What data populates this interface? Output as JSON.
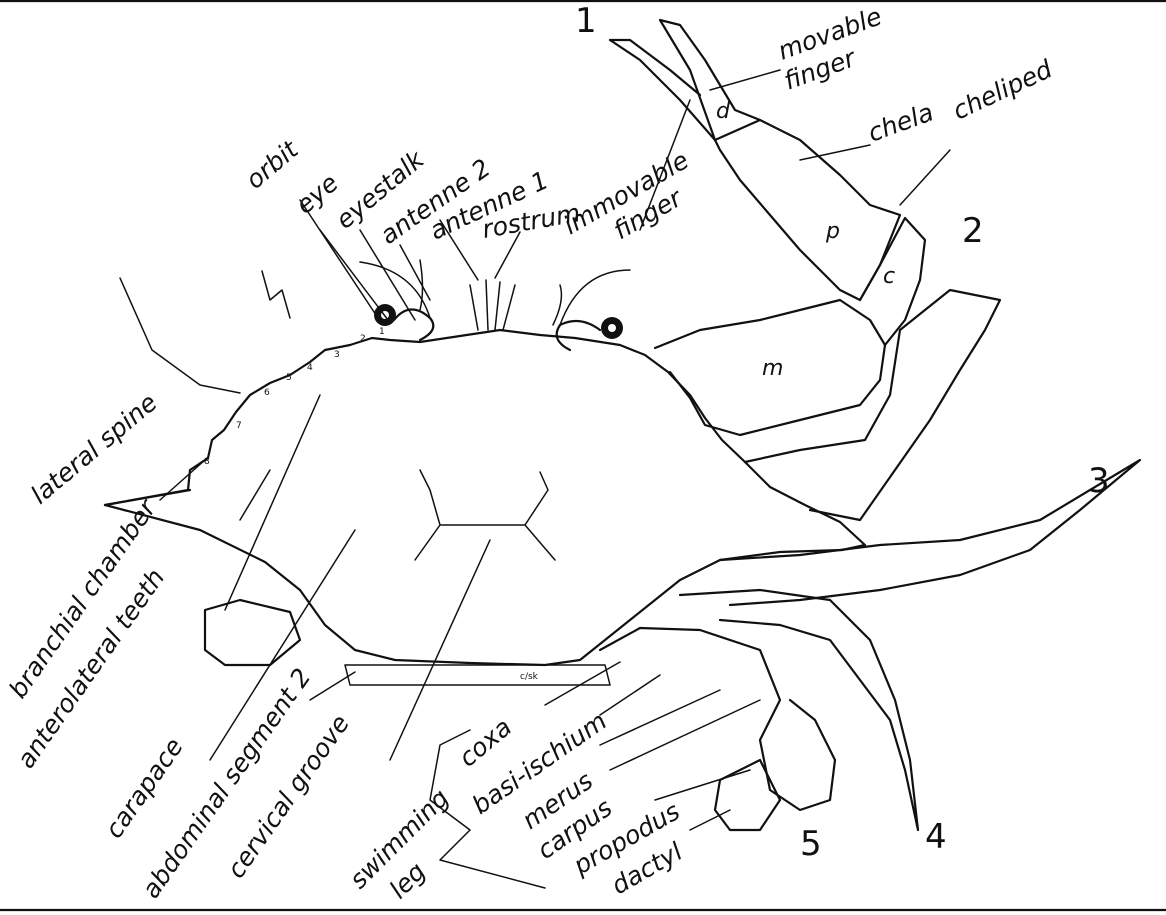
{
  "labels": {
    "movable_finger_1": "movable",
    "movable_finger_2": "finger",
    "chela": "chela",
    "cheliped": "cheliped",
    "immovable_finger_1": "immovable",
    "immovable_finger_2": "finger",
    "orbit": "orbit",
    "eye": "eye",
    "eyestalk": "eyestalk",
    "antenna_2": "antenne 2",
    "antenna_1": "antenne 1",
    "rostrum": "rostrum",
    "lateral_spine": "lateral spine",
    "branchial_chamber": "branchial chamber",
    "anterolateral_teeth": "anterolateral teeth",
    "carapace": "carapace",
    "abdominal_segment": "abdominal segment 2",
    "cervical_groove": "cervical groove",
    "swimming_leg_1": "swimming",
    "swimming_leg_2": "leg",
    "coxa": "coxa",
    "basi_ischium": "basi-ischium",
    "merus": "merus",
    "carpus": "carpus",
    "propodus": "propodus",
    "dactyl": "dactyl"
  },
  "leg_numbers": [
    "1",
    "2",
    "3",
    "4",
    "5"
  ],
  "podomere_letters": {
    "d": "d",
    "p": "p",
    "c": "c",
    "m": "m"
  },
  "tooth_numbers": [
    "1",
    "2",
    "3",
    "4",
    "5",
    "6",
    "7",
    "8"
  ],
  "abdomen_text": "c/sk"
}
